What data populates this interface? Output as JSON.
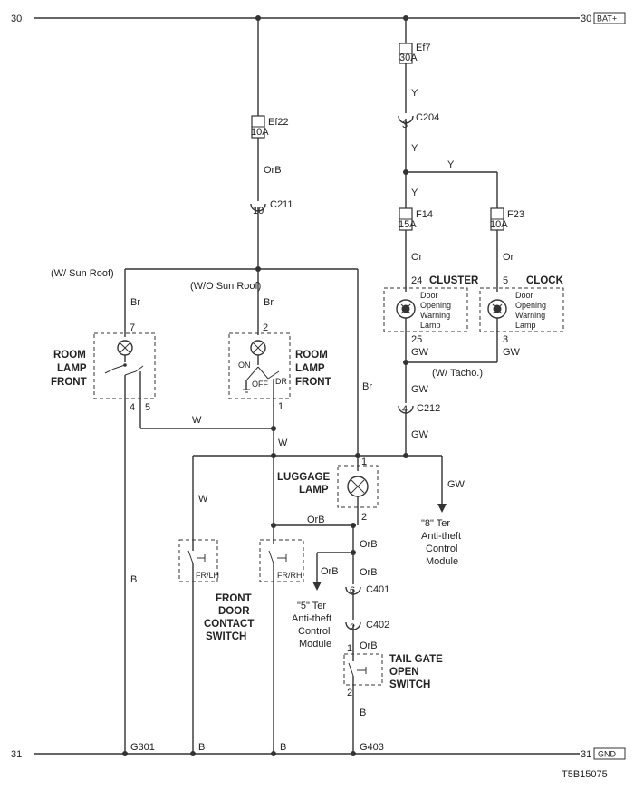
{
  "rails": {
    "top_left": "30",
    "top_right": "30",
    "top_right_tag": "BAT+",
    "bottom_left": "31",
    "bottom_right": "31",
    "bottom_right_tag": "GND"
  },
  "fuses": {
    "ef7": {
      "name": "Ef7",
      "rating": "30A"
    },
    "ef22": {
      "name": "Ef22",
      "rating": "10A"
    },
    "f14": {
      "name": "F14",
      "rating": "15A"
    },
    "f23": {
      "name": "F23",
      "rating": "10A"
    }
  },
  "connectors": {
    "c204": {
      "name": "C204",
      "pin": "3"
    },
    "c211": {
      "name": "C211",
      "pin": "10"
    },
    "c212": {
      "name": "C212",
      "pin": "4"
    },
    "c401": {
      "name": "C401",
      "pin": "6"
    },
    "c402": {
      "name": "C402",
      "pin": "2"
    }
  },
  "wires": {
    "y1": "Y",
    "y2": "Y",
    "y3": "Y",
    "y4": "Y",
    "orb_top": "OrB",
    "or_f14": "Or",
    "or_f23": "Or",
    "gw1": "GW",
    "gw2": "GW",
    "gw3": "GW",
    "gw4": "GW",
    "gw5": "GW",
    "br1": "Br",
    "br2": "Br",
    "br3": "Br",
    "w1": "W",
    "w2": "W",
    "w3": "W",
    "orb1": "OrB",
    "orb2": "OrB",
    "orb3": "OrB",
    "orb4": "OrB",
    "orb5": "OrB",
    "b1": "B",
    "b2": "B",
    "b3": "B",
    "b4": "B"
  },
  "notes": {
    "sun_roof": "(W/ Sun Roof)",
    "wo_sun_roof": "(W/O Sun Roof)",
    "tacho": "(W/ Tacho.)"
  },
  "components": {
    "cluster": {
      "title": "CLUSTER",
      "pin_top": "24",
      "pin_bottom": "25",
      "lamp_lines": [
        "Door",
        "Opening",
        "Warning",
        "Lamp"
      ]
    },
    "clock": {
      "title": "CLOCK",
      "pin_top": "5",
      "pin_bottom": "3",
      "lamp_lines": [
        "Door",
        "Opening",
        "Warning",
        "Lamp"
      ]
    },
    "room_lamp_left": {
      "lines": [
        "ROOM",
        "LAMP",
        "FRONT"
      ],
      "pin_top": "7",
      "pin_a": "4",
      "pin_b": "5"
    },
    "room_lamp_right": {
      "lines": [
        "ROOM",
        "LAMP",
        "FRONT"
      ],
      "pin_top": "2",
      "pin_bottom": "1",
      "on": "ON",
      "off": "OFF",
      "dr": "DR"
    },
    "luggage_lamp": {
      "lines": [
        "LUGGAGE",
        "LAMP"
      ],
      "pin_top": "1",
      "pin_bottom": "2"
    },
    "front_door_switch": {
      "lines": [
        "FRONT",
        "DOOR",
        "CONTACT",
        "SWITCH"
      ],
      "left_tag": "FR/LH",
      "right_tag": "FR/RH"
    },
    "tail_gate_switch": {
      "lines": [
        "TAIL GATE",
        "OPEN",
        "SWITCH"
      ],
      "pin_top": "1",
      "pin_bottom": "2"
    }
  },
  "module_refs": {
    "ref8": [
      "\"8\" Ter",
      "Anti-theft",
      "Control",
      "Module"
    ],
    "ref5": [
      "\"5\" Ter",
      "Anti-theft",
      "Control",
      "Module"
    ]
  },
  "grounds": {
    "g301": "G301",
    "g403": "G403"
  },
  "figure_code": "T5B15075"
}
